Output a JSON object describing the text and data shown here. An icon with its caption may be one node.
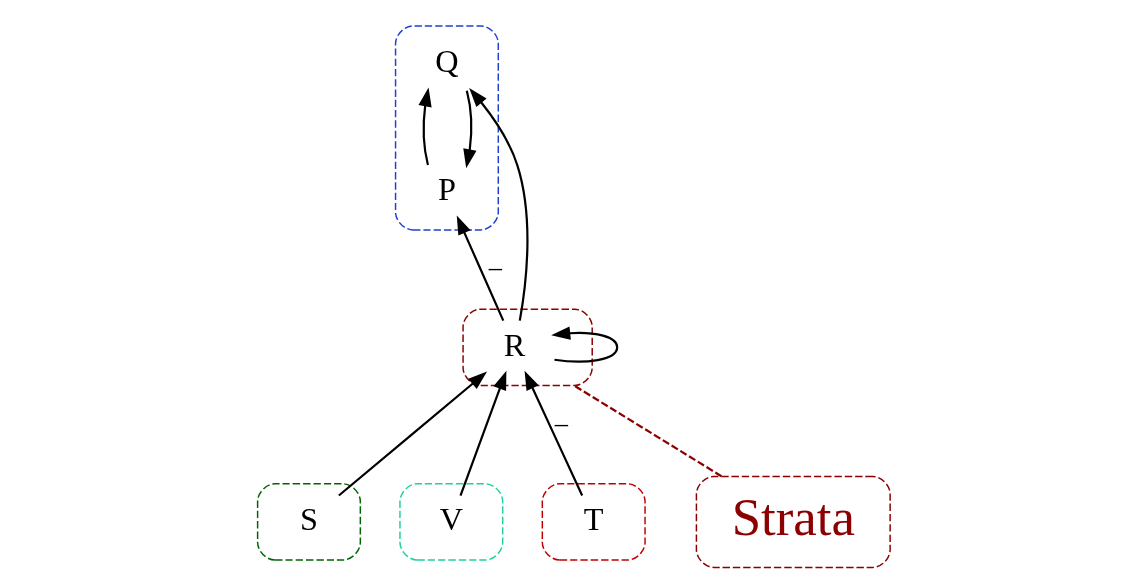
{
  "diagram": {
    "nodes": [
      {
        "text": [],
        "shape": "cloud"
      },
      {
        "text": [
          "P"
        ],
        "in": 0
      },
      {
        "text": [
          "Q"
        ],
        "in": 0
      },
      {
        "text": [],
        "shape": "cloud"
      },
      {
        "text": [
          "R"
        ],
        "in": 3
      },
      {
        "text": [],
        "shape": "cloud"
      },
      {
        "text": [
          "S"
        ],
        "in": 5
      },
      {
        "text": [],
        "shape": "cloud"
      },
      {
        "text": [
          "V"
        ],
        "in": 7
      },
      {
        "text": [],
        "shape": "cloud"
      },
      {
        "text": [
          "T"
        ],
        "in": 9
      },
      {
        "text": [
          "Strata"
        ]
      }
    ],
    "edges": [
      {
        "from": 1,
        "to": 2,
        "arrow": "to"
      },
      {
        "from": 2,
        "to": 1,
        "arrow": "to"
      },
      {
        "from": 4,
        "to": 1,
        "arrow": "to",
        "label": "–"
      },
      {
        "from": 4,
        "to": 2,
        "arrow": "to"
      },
      {
        "from": 4,
        "to": 4,
        "arrow": "to"
      },
      {
        "from": 6,
        "to": 4,
        "arrow": "to"
      },
      {
        "from": 8,
        "to": 4,
        "arrow": "to"
      },
      {
        "from": 10,
        "to": 4,
        "arrow": "to",
        "label": "–"
      },
      {
        "from": 11,
        "to": 3,
        "arrow": "none",
        "style": "dashed",
        "color": "#8b0000"
      }
    ]
  }
}
